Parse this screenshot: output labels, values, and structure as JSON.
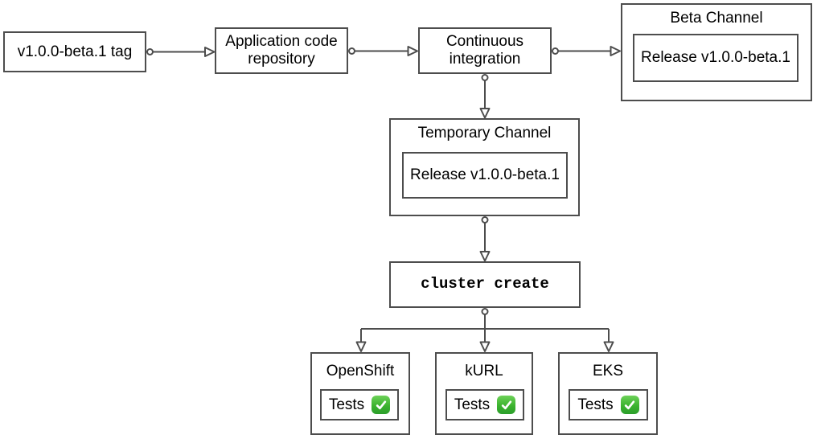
{
  "diagram": {
    "background": "#ffffff",
    "stroke_color": "#4d4d4d",
    "text_color": "#000000",
    "nodes": {
      "tag": {
        "label": "v1.0.0-beta.1 tag"
      },
      "repo": {
        "label": "Application code repository"
      },
      "ci": {
        "label": "Continuous integration"
      },
      "beta_channel": {
        "title": "Beta Channel",
        "release": "Release v1.0.0-beta.1"
      },
      "temporary_channel": {
        "title": "Temporary Channel",
        "release": "Release v1.0.0-beta.1"
      },
      "cluster_create": {
        "label": "cluster create"
      },
      "openshift": {
        "title": "OpenShift",
        "tests_label": "Tests"
      },
      "kurl": {
        "title": "kURL",
        "tests_label": "Tests"
      },
      "eks": {
        "title": "EKS",
        "tests_label": "Tests"
      }
    },
    "icons": {
      "check": "✓"
    },
    "colors": {
      "check_green_top": "#6ed159",
      "check_green_bottom": "#2b9e2b",
      "check_mark": "#ffffff"
    }
  }
}
